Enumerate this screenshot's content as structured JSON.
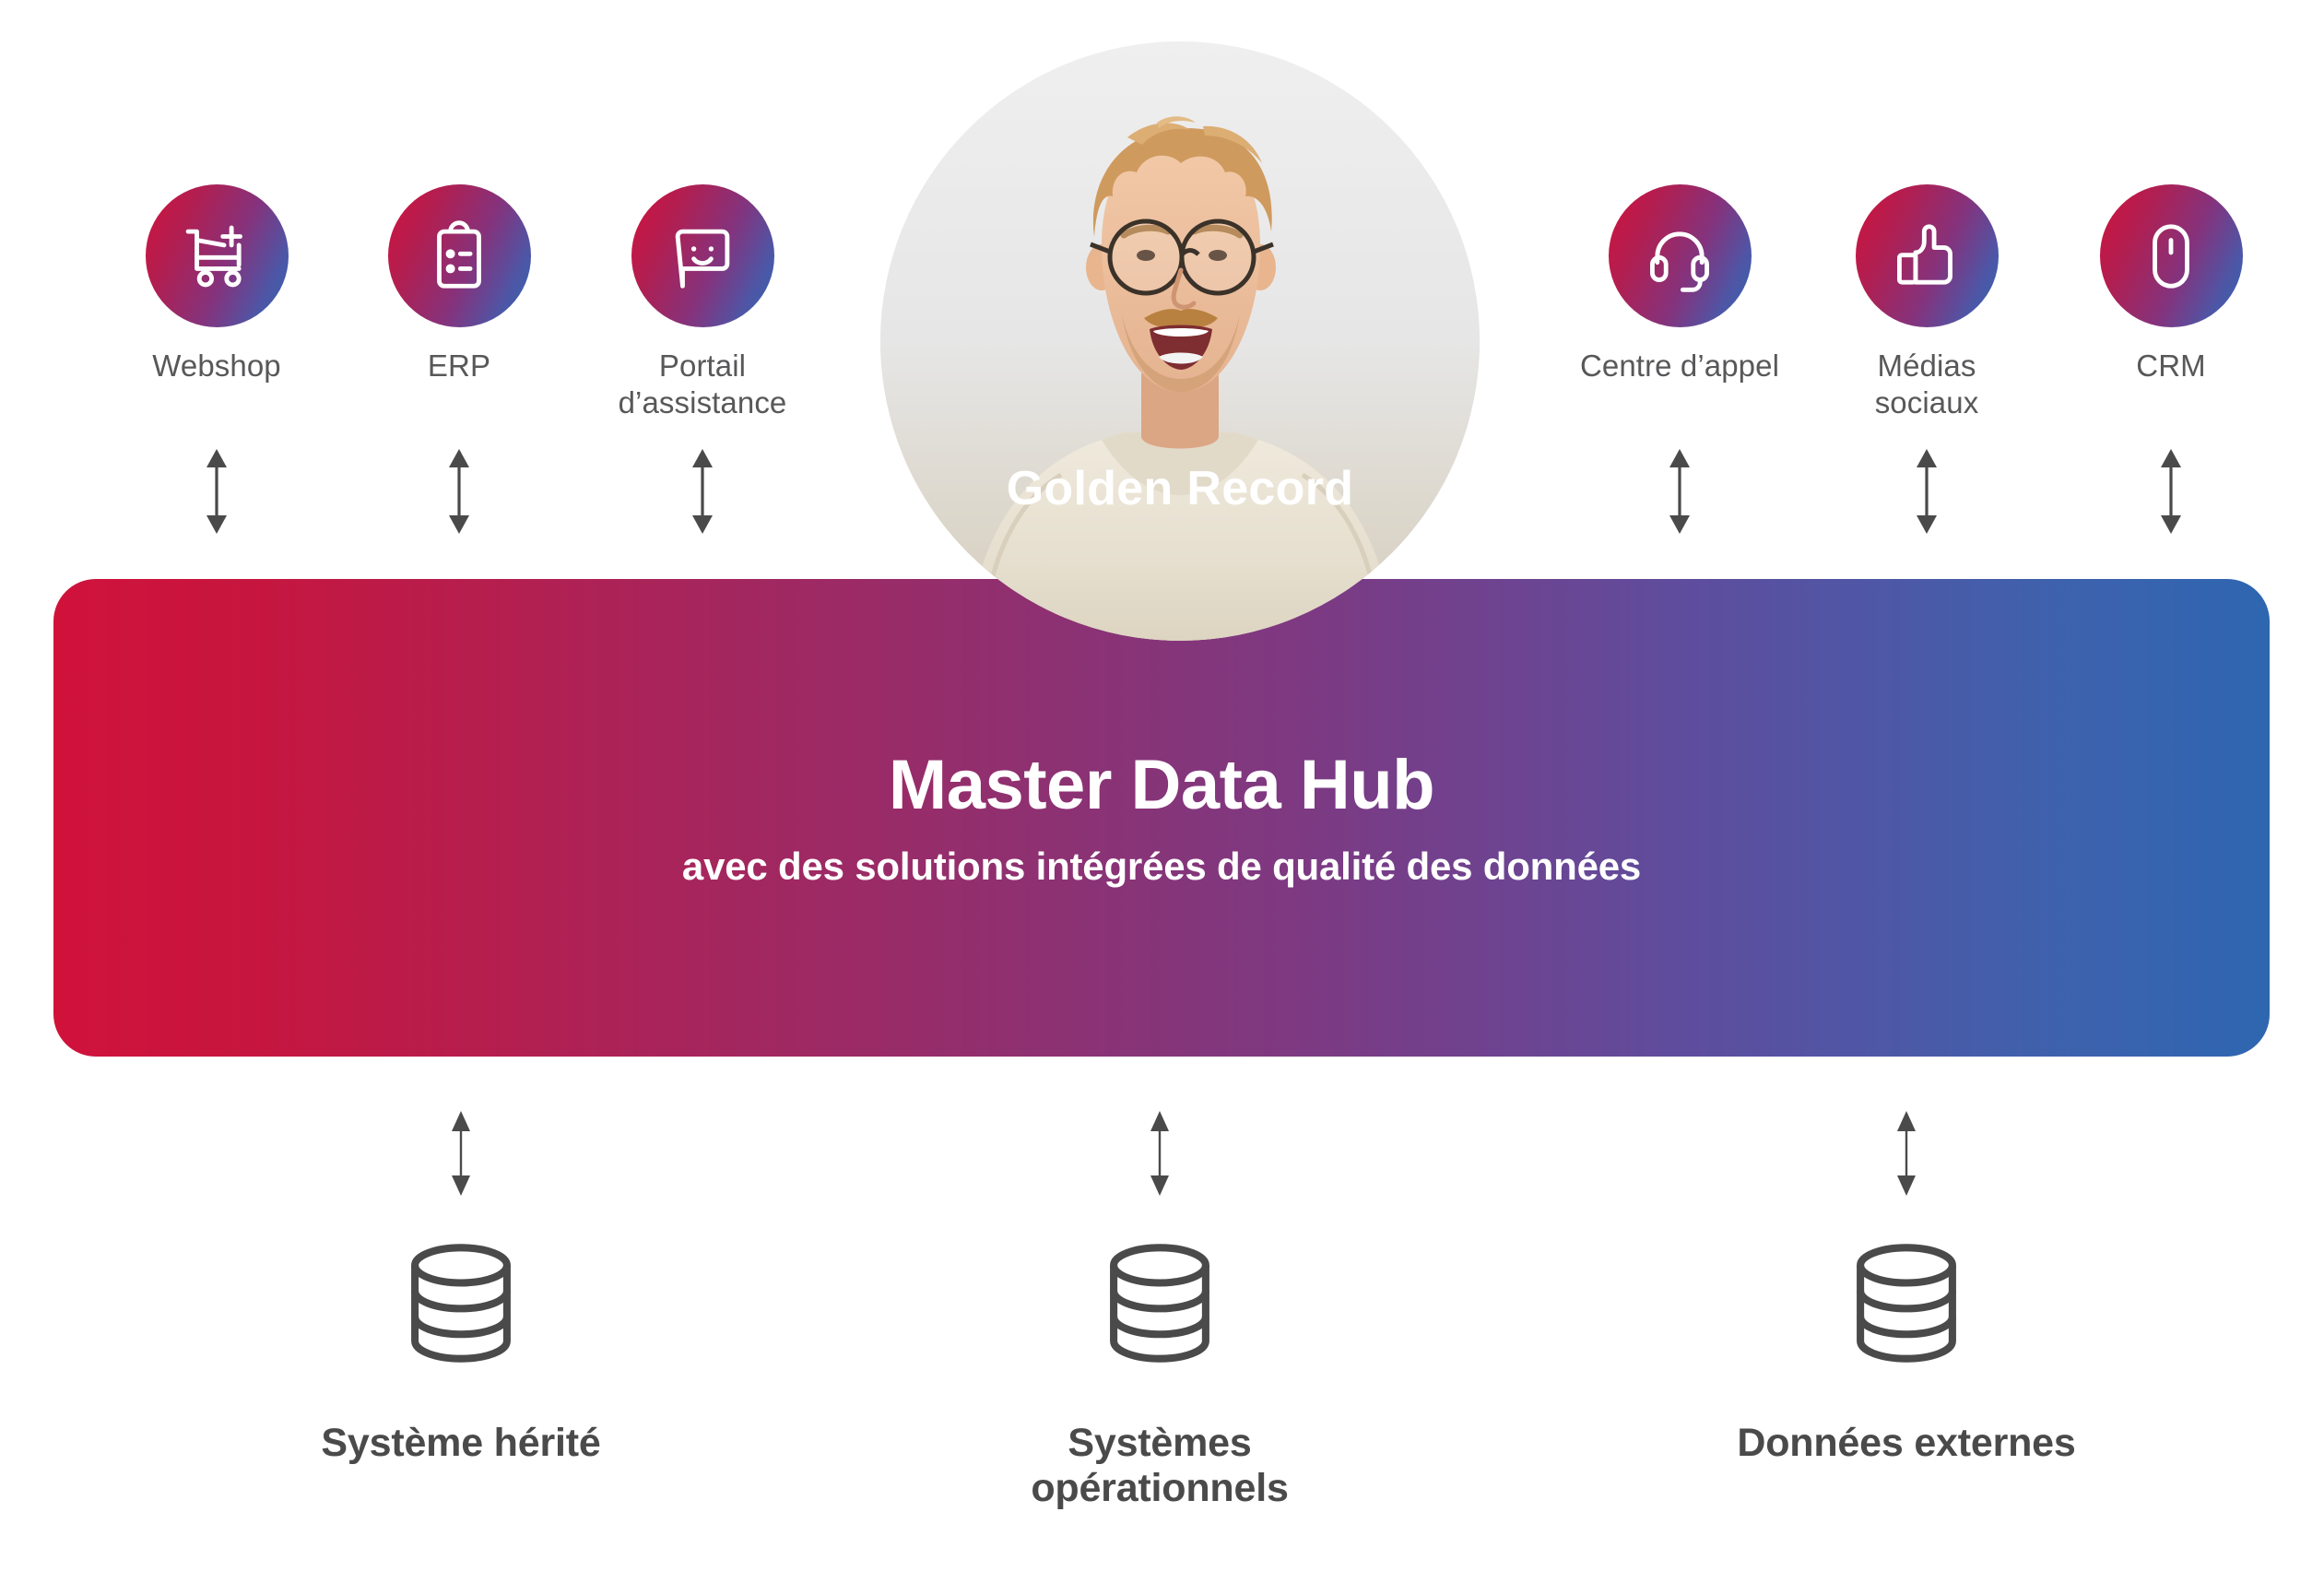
{
  "diagram": {
    "title": "Master Data Hub architecture",
    "colors": {
      "gradient_start": "#d0123b",
      "gradient_mid": "#80376e",
      "gradient_end": "#2e66b0",
      "caption_light": "#58585a",
      "caption_bold": "#4a4a4a",
      "arrow": "#4a4a4a"
    }
  },
  "top_nodes": [
    {
      "label": "Webshop",
      "icon": "shopping-cart-plus-icon"
    },
    {
      "label": "ERP",
      "icon": "clipboard-list-icon"
    },
    {
      "label": "Portail\nd’assistance",
      "icon": "chat-smile-icon"
    },
    {
      "label": "Centre d’appel",
      "icon": "headset-icon"
    },
    {
      "label": "Médias\nsociaux",
      "icon": "thumbs-up-icon"
    },
    {
      "label": "CRM",
      "icon": "mouse-icon"
    }
  ],
  "golden_record": {
    "label": "Golden Record",
    "portrait_alt": "smiling-man-with-glasses-photo"
  },
  "hub": {
    "title": "Master Data Hub",
    "subtitle": "avec des solutions intégrées de qualité des données"
  },
  "bottom_nodes": [
    {
      "label": "Système hérité",
      "icon": "database-icon"
    },
    {
      "label": "Systèmes opérationnels",
      "icon": "database-icon"
    },
    {
      "label": "Données externes",
      "icon": "database-icon"
    }
  ]
}
